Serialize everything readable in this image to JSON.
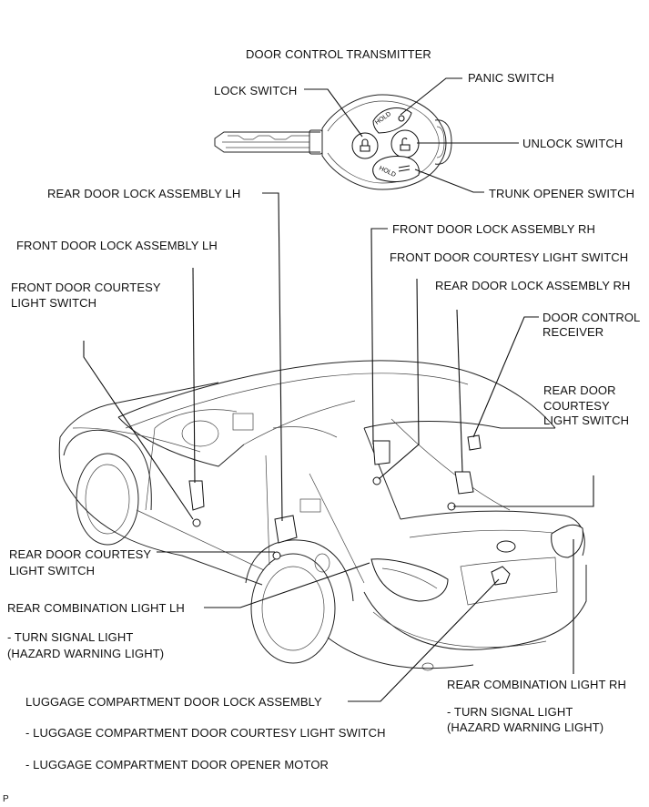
{
  "labels": {
    "transmitter": "DOOR CONTROL TRANSMITTER",
    "panic_switch": "PANIC SWITCH",
    "lock_switch": "LOCK SWITCH",
    "unlock_switch": "UNLOCK SWITCH",
    "trunk_opener_switch": "TRUNK OPENER SWITCH",
    "rear_door_lock_lh": "REAR DOOR LOCK ASSEMBLY LH",
    "front_door_lock_rh": "FRONT DOOR LOCK ASSEMBLY RH",
    "front_door_lock_lh": "FRONT DOOR LOCK ASSEMBLY LH",
    "front_door_courtesy_rh": "FRONT DOOR COURTESY LIGHT SWITCH",
    "front_door_courtesy_lh_1": "FRONT DOOR COURTESY",
    "front_door_courtesy_lh_2": "LIGHT SWITCH",
    "rear_door_lock_rh": "REAR DOOR LOCK ASSEMBLY RH",
    "door_control_receiver_1": "DOOR CONTROL",
    "door_control_receiver_2": "RECEIVER",
    "rear_door_courtesy_rh_1": "REAR DOOR",
    "rear_door_courtesy_rh_2": "COURTESY",
    "rear_door_courtesy_rh_3": "LIGHT SWITCH",
    "rear_door_courtesy_lh_1": "REAR DOOR COURTESY",
    "rear_door_courtesy_lh_2": "LIGHT SWITCH",
    "rear_combination_lh": "REAR COMBINATION LIGHT LH",
    "turn_signal_lh_1": "- TURN SIGNAL LIGHT",
    "turn_signal_lh_2": "(HAZARD WARNING LIGHT)",
    "rear_combination_rh": "REAR COMBINATION LIGHT RH",
    "turn_signal_rh_1": "- TURN SIGNAL LIGHT",
    "turn_signal_rh_2": "(HAZARD WARNING LIGHT)",
    "luggage_lock": "LUGGAGE COMPARTMENT DOOR LOCK ASSEMBLY",
    "luggage_courtesy": "- LUGGAGE COMPARTMENT DOOR COURTESY LIGHT SWITCH",
    "luggage_motor": "- LUGGAGE COMPARTMENT DOOR OPENER MOTOR",
    "corner_mark": "P"
  },
  "key_buttons": {
    "hold_top": "HOLD",
    "hold_bottom": "HOLD"
  }
}
